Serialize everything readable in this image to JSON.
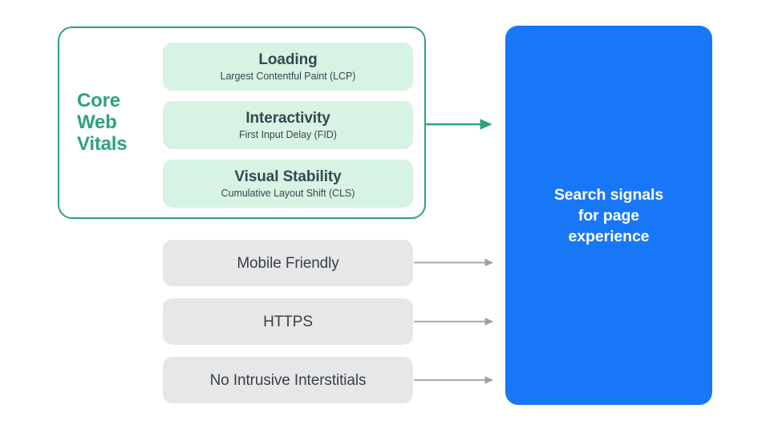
{
  "diagram": {
    "title_group": {
      "label": "Core\nWeb\nVitals",
      "accent_color": "#2EA37A"
    },
    "core_web_vitals": [
      {
        "title": "Loading",
        "subtitle": "Largest Contentful Paint (LCP)"
      },
      {
        "title": "Interactivity",
        "subtitle": "First Input Delay (FID)"
      },
      {
        "title": "Visual Stability",
        "subtitle": "Cumulative Layout Shift (CLS)"
      }
    ],
    "other_signals": [
      {
        "label": "Mobile Friendly"
      },
      {
        "label": "HTTPS"
      },
      {
        "label": "No Intrusive Interstitials"
      }
    ],
    "outcome": {
      "label": "Search signals\nfor page\nexperience",
      "color": "#1877F7"
    },
    "colors": {
      "green_accent": "#2EA37A",
      "green_fill": "#D6F3E4",
      "gray_fill": "#E6E7E9",
      "blue_fill": "#1877F7",
      "text_dark": "#38474F",
      "text_gray": "#3C4043",
      "arrow_gray": "#9AA0A6"
    },
    "arrows": [
      {
        "name": "core-web-vitals-to-outcome",
        "color": "#2EA37A"
      },
      {
        "name": "mobile-friendly-to-outcome",
        "color": "#9AA0A6"
      },
      {
        "name": "https-to-outcome",
        "color": "#9AA0A6"
      },
      {
        "name": "no-intrusive-interstitials-to-outcome",
        "color": "#9AA0A6"
      }
    ]
  }
}
